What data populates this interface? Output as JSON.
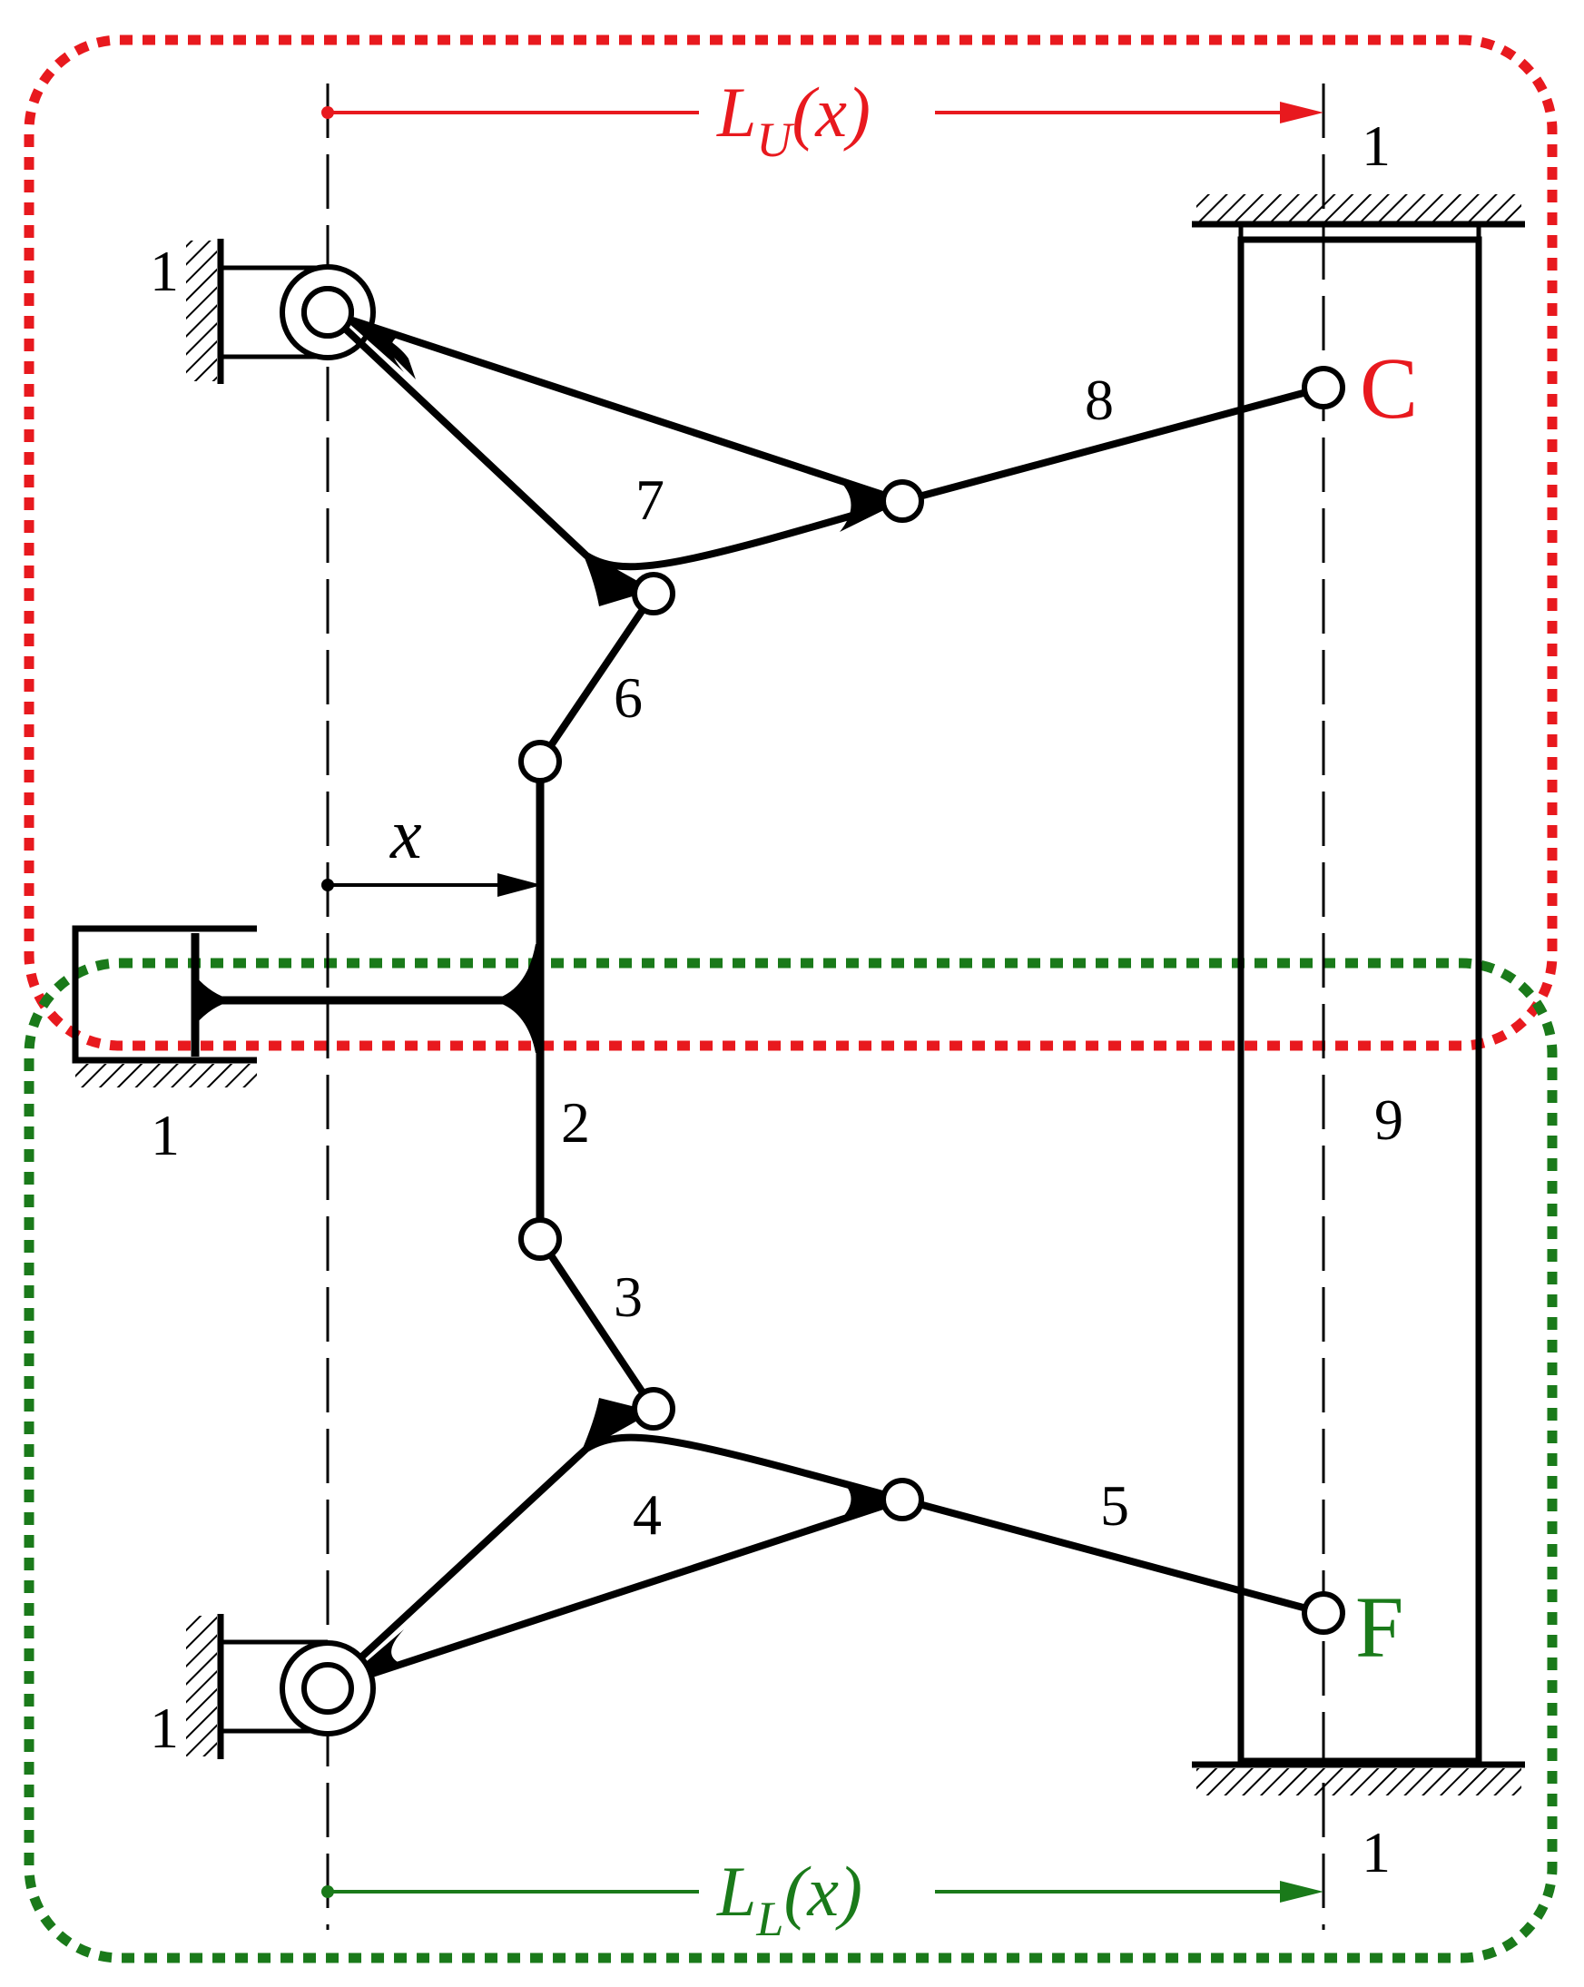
{
  "colors": {
    "upper": "#e8191e",
    "lower": "#1a7a1a",
    "ink": "#000000"
  },
  "labels": {
    "upper_dim": {
      "main": "L",
      "sub": "U",
      "arg": "(x)"
    },
    "lower_dim": {
      "main": "L",
      "sub": "L",
      "arg": "(x)"
    },
    "x_dim": "x",
    "point_c": "C",
    "point_f": "F",
    "ground": "1",
    "link_2": "2",
    "link_3": "3",
    "link_4": "4",
    "link_5": "5",
    "link_6": "6",
    "link_7": "7",
    "link_8": "8",
    "link_9": "9"
  }
}
